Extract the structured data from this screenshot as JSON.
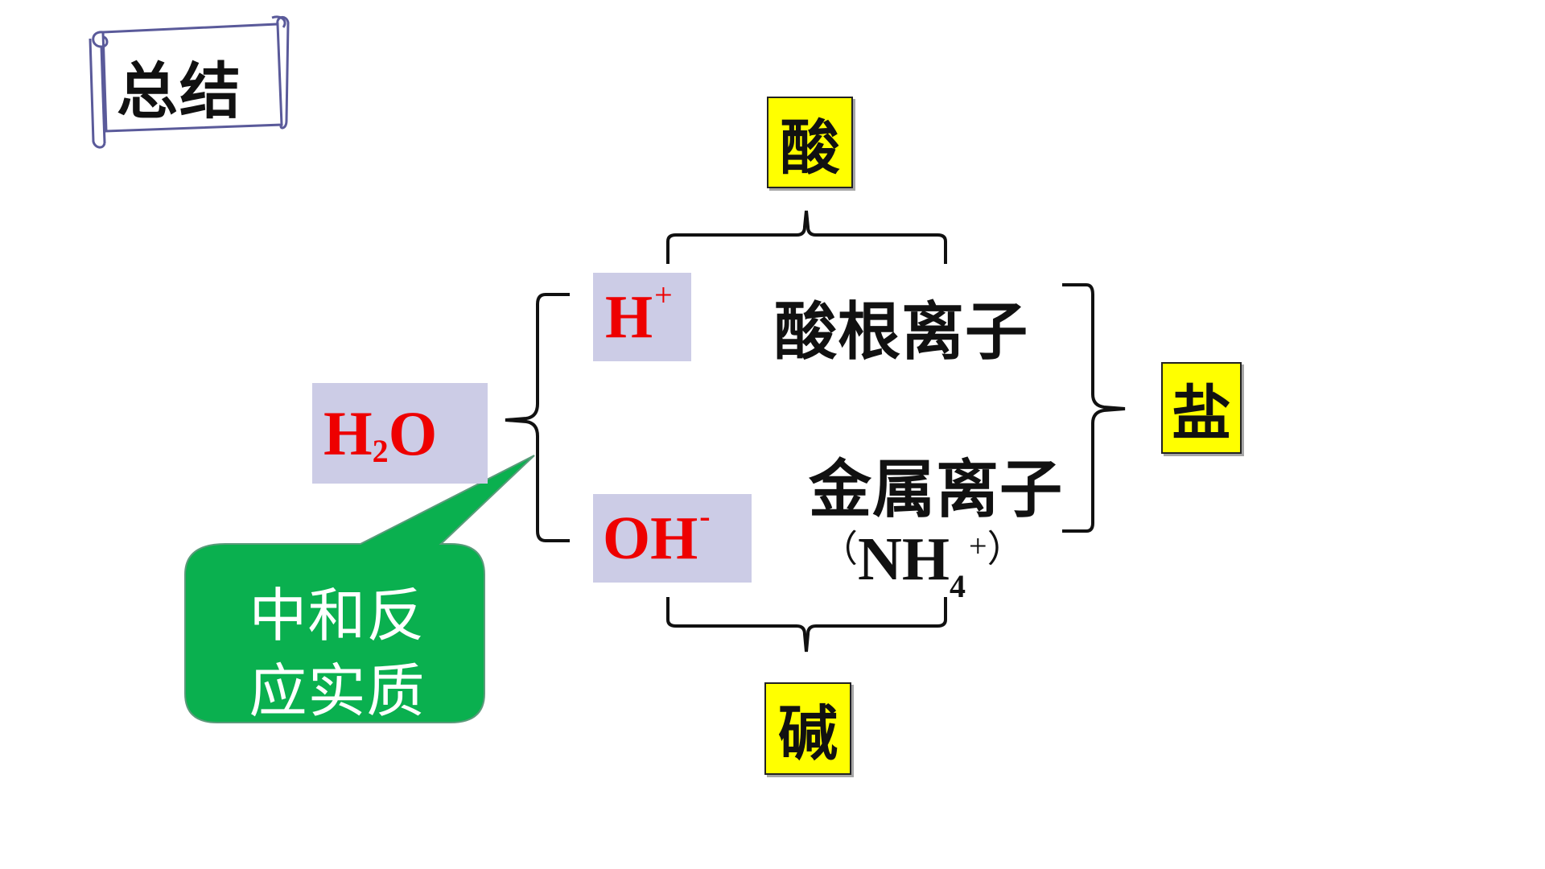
{
  "title": "总结",
  "categories": {
    "acid": "酸",
    "salt": "盐",
    "base": "碱"
  },
  "ions": {
    "hydrogen": {
      "symbol": "H",
      "charge": "+"
    },
    "hydroxide": {
      "symbol": "OH",
      "charge": "-"
    },
    "water": {
      "part1": "H",
      "subscript": "2",
      "part2": "O"
    }
  },
  "labels": {
    "acid_radical": "酸根离子",
    "metal_ion": "金属离子",
    "ammonium": {
      "open_paren": "（",
      "symbol": "NH",
      "subscript": "4",
      "charge": "+",
      "close_paren": "）"
    }
  },
  "callout": {
    "line1": "中和反",
    "line2": "应实质"
  },
  "colors": {
    "yellow_box": "#ffff00",
    "ion_box": "#cccce6",
    "ion_text": "#ee0000",
    "callout_fill": "#0ab04f",
    "scroll_outline": "#5a5a9a"
  }
}
